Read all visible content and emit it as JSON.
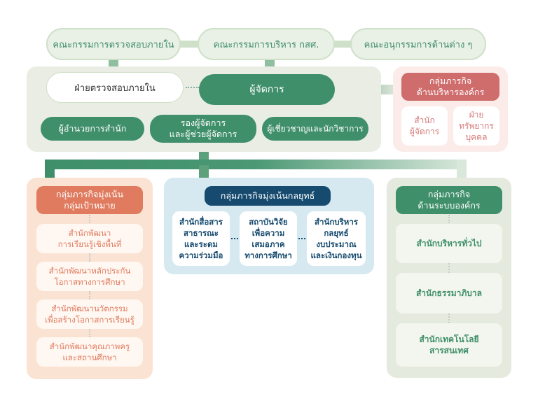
{
  "top_row": {
    "internal_audit_committee": "คณะกรรมการตรวจสอบภายใน",
    "executive_committee": "คณะกรรมการบริหาร กสศ.",
    "subcommittees": "คณะอนุกรรมการด้านต่าง ๆ"
  },
  "management": {
    "internal_audit": "ฝ่ายตรวจสอบภายใน",
    "manager": "ผู้จัดการ",
    "office_director": "ผู้อำนวยการสำนัก",
    "deputy_manager_line1": "รองผู้จัดการ",
    "deputy_manager_line2": "และผู้ช่วยผู้จัดการ",
    "experts": "ผู้เชี่ยวชาญและนักวิชาการ"
  },
  "org_admin_group": {
    "title_line1": "กลุ่มภารกิจ",
    "title_line2": "ด้านบริหารองค์กร",
    "cards": [
      {
        "line1": "สำนัก",
        "line2": "ผู้จัดการ",
        "line3": ""
      },
      {
        "line1": "ฝ่าย",
        "line2": "ทรัพยากร",
        "line3": "บุคคล"
      }
    ]
  },
  "target_group": {
    "title_line1": "กลุ่มภารกิจมุ่งเน้น",
    "title_line2": "กลุ่มเป้าหมาย",
    "cards": [
      {
        "line1": "สำนักพัฒนา",
        "line2": "การเรียนรู้เชิงพื้นที่"
      },
      {
        "line1": "สำนักพัฒนาหลักประกัน",
        "line2": "โอกาสทางการศึกษา"
      },
      {
        "line1": "สำนักพัฒนานวัตกรรม",
        "line2": "เพื่อสร้างโอกาสการเรียนรู้"
      },
      {
        "line1": "สำนักพัฒนาคุณภาพครู",
        "line2": "และสถานศึกษา"
      }
    ]
  },
  "strategy_group": {
    "title": "กลุ่มภารกิจมุ่งเน้นกลยุทธ์",
    "cards": [
      {
        "line1": "สำนักสื่อสาร",
        "line2": "สาธารณะ",
        "line3": "และระดม",
        "line4": "ความร่วมมือ"
      },
      {
        "line1": "สถาบันวิจัย",
        "line2": "เพื่อความ",
        "line3": "เสมอภาค",
        "line4": "ทางการศึกษา"
      },
      {
        "line1": "สำนักบริหาร",
        "line2": "กลยุทธ์",
        "line3": "งบประมาณ",
        "line4": "และเงินกองทุน"
      }
    ]
  },
  "org_system_group": {
    "title_line1": "กลุ่มภารกิจ",
    "title_line2": "ด้านระบบองค์กร",
    "cards": [
      {
        "line1": "สำนักบริหารทั่วไป",
        "line2": ""
      },
      {
        "line1": "สำนักธรรมาภิบาล",
        "line2": ""
      },
      {
        "line1": "สำนักเทคโนโลยี",
        "line2": "สารสนเทศ"
      }
    ]
  },
  "colors": {
    "primary_green": "#3f8f6a",
    "navy": "#164a6e",
    "orange": "#e07b5f",
    "red": "#cf6c6c"
  }
}
